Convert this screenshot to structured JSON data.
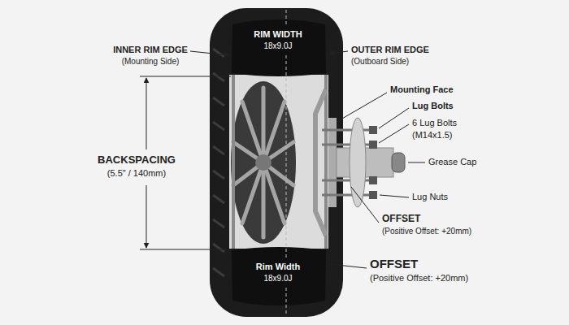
{
  "diagram": {
    "labels": [
      "INNER RIM EDGE",
      "(Mounting Side)",
      "RIM WIDTH",
      "18x9.0J",
      "OUTER RIM EDGE",
      "(Outboard Side)",
      "Mounting Face",
      "Lug Bolts",
      "6 Lug Bolts",
      "(M14x1.5)",
      "BACKSPACING",
      "(5.5\" / 140mm)",
      "Grease Cap",
      "Lug Nuts",
      "OFFSET",
      "(Positive Offset: +20mm)",
      "Rim Width",
      "18x9.0J",
      "OFFSET",
      "(Positive Offset: +20mm)"
    ]
  }
}
